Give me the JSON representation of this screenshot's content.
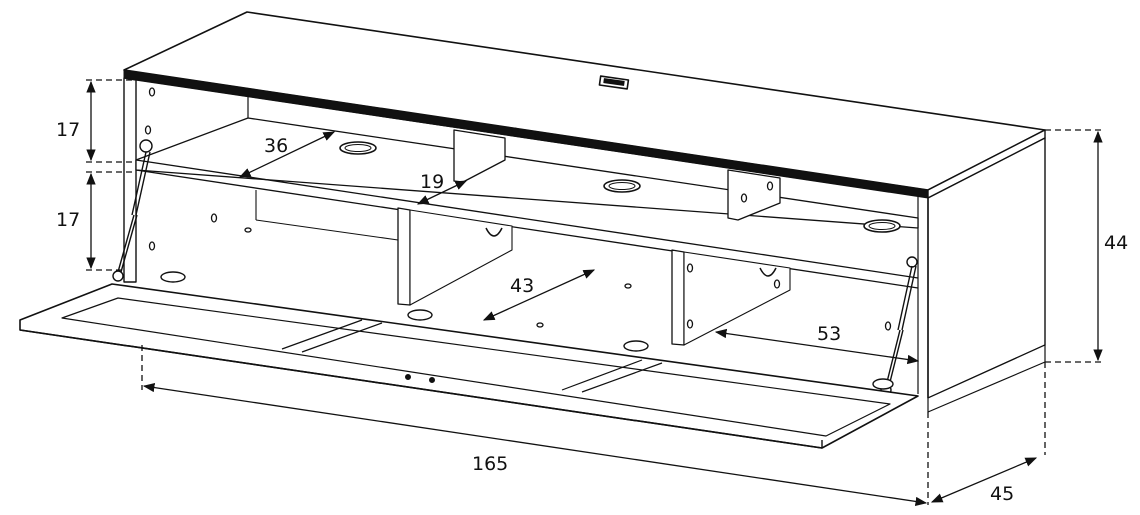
{
  "diagram": {
    "line_color": "#111111",
    "background": "#ffffff",
    "dimensions": {
      "upper_compartment_height": "17",
      "lower_compartment_height": "17",
      "shelf_depth": "36",
      "upper_divider_spacing": "19",
      "middle_compartment_width": "43",
      "right_compartment_width": "53",
      "total_height": "44",
      "total_width": "165",
      "total_depth": "45"
    }
  }
}
